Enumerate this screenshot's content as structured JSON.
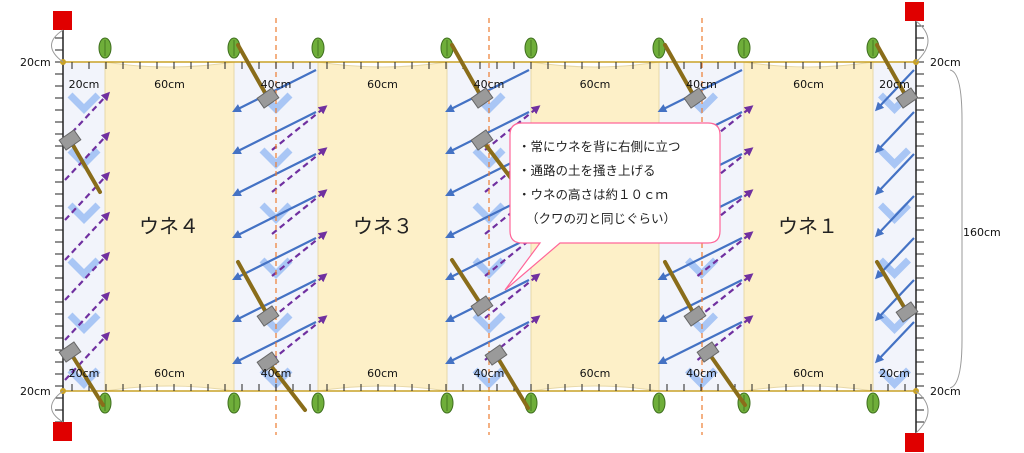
{
  "beds": [
    {
      "id": "bed-4",
      "label": "ウネ４",
      "width_label": "60cm"
    },
    {
      "id": "bed-3",
      "label": "ウネ３",
      "width_label": "60cm"
    },
    {
      "id": "bed-2",
      "label": "",
      "width_label": "60cm"
    },
    {
      "id": "bed-1",
      "label": "ウネ１",
      "width_label": "60cm"
    }
  ],
  "paths": [
    {
      "width_label": "20cm"
    },
    {
      "width_label": "40cm"
    },
    {
      "width_label": "40cm"
    },
    {
      "width_label": "40cm"
    },
    {
      "width_label": "20cm"
    }
  ],
  "margins": {
    "left_top": "20cm",
    "left_bottom": "20cm",
    "right_top": "20cm",
    "right_bottom": "20cm"
  },
  "length_label": "160cm",
  "callout": {
    "lines": [
      "・常にウネを背に右側に立つ",
      "・通路の土を掻き上げる",
      "・ウネの高さは約１０ｃｍ",
      "（クワの刃と同じぐらい）"
    ]
  },
  "colors": {
    "bed": "#fdf0c8",
    "path": "#f2f4fb",
    "corner_stake": "#e00000",
    "leaf_marker": "#6fae3a",
    "arrow_blue": "#4472c4",
    "arrow_purple": "#7030a0",
    "chevron": "#a9c6f5",
    "guide_line": "#ed7d31",
    "callout_border": "#ff6699",
    "hoe_handle": "#8a6d1a",
    "hoe_blade": "#9a9a9a"
  }
}
